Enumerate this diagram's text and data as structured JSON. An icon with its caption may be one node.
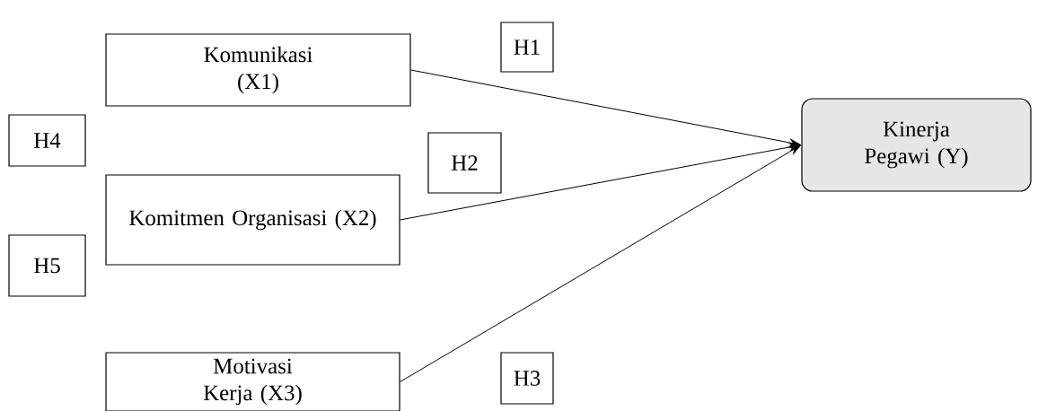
{
  "diagram": {
    "nodes": [
      {
        "text": [
          "Komunikasi (X1)"
        ]
      },
      {
        "text": [
          "H1"
        ]
      },
      {
        "text": [
          "H4"
        ]
      },
      {
        "text": [
          "Kinerja Pegawi (Y)"
        ]
      },
      {
        "text": [
          "H2"
        ]
      },
      {
        "text": [
          "Komitmen Organisasi (X2)"
        ]
      },
      {
        "text": [
          "H5"
        ]
      },
      {
        "text": [
          "Motivasi Kerja (X3)"
        ]
      },
      {
        "text": [
          "H3"
        ]
      }
    ],
    "edges": [
      {
        "from": 0,
        "to": 3,
        "arrow": "to"
      },
      {
        "from": 5,
        "to": 3,
        "arrow": "to"
      },
      {
        "from": 7,
        "to": 3,
        "arrow": "to"
      }
    ]
  }
}
